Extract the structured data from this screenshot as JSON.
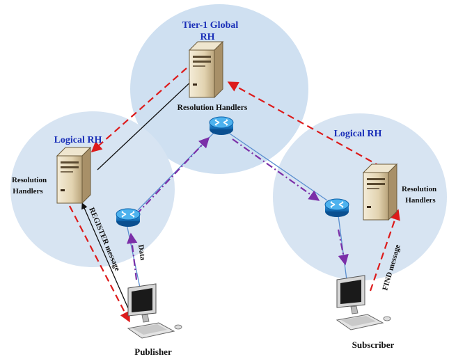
{
  "regions": {
    "tier1": {
      "title_line1": "Tier-1 Global",
      "title_line2": "RH",
      "server_label": "Resolution Handlers"
    },
    "left": {
      "title": "Logical RH",
      "server_label_line1": "Resolution",
      "server_label_line2": "Handlers"
    },
    "right": {
      "title": "Logical RH",
      "server_label_line1": "Resolution",
      "server_label_line2": "Handlers"
    }
  },
  "nodes": {
    "publisher": "Publisher",
    "subscriber": "Subscriber"
  },
  "messages": {
    "register": "REGISTER message",
    "data": "Data",
    "find": "FIND message"
  },
  "colors": {
    "region_fill": "#cfe0f1",
    "red_dashed": "#dd1b1b",
    "purple_dashdot": "#7b2fa8",
    "link_blue": "#5b8fd0",
    "label_blue": "#1a2fb8"
  }
}
